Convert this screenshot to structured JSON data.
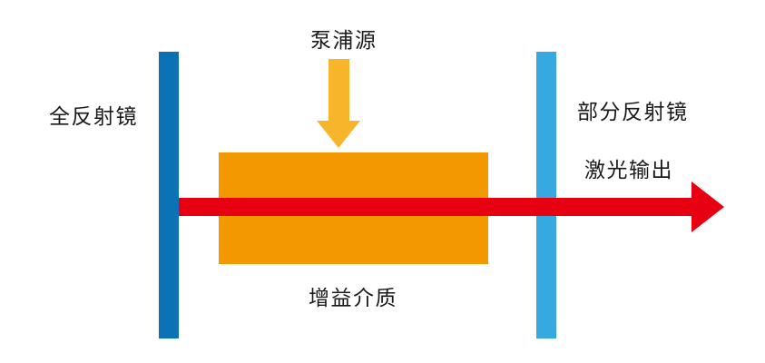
{
  "diagram": {
    "type": "laser-resonator-schematic",
    "labels": {
      "pump_source": "泵浦源",
      "total_reflector": "全反射镜",
      "partial_reflector": "部分反射镜",
      "laser_output": "激光输出",
      "gain_medium": "增益介质"
    },
    "colors": {
      "background": "#FFFFFF",
      "text": "#1A1A1A",
      "total_reflector": "#0B72B6",
      "partial_reflector": "#36A9E1",
      "gain_medium": "#F39800",
      "pump_arrow": "#F7B52C",
      "laser_beam": "#E60012"
    }
  }
}
